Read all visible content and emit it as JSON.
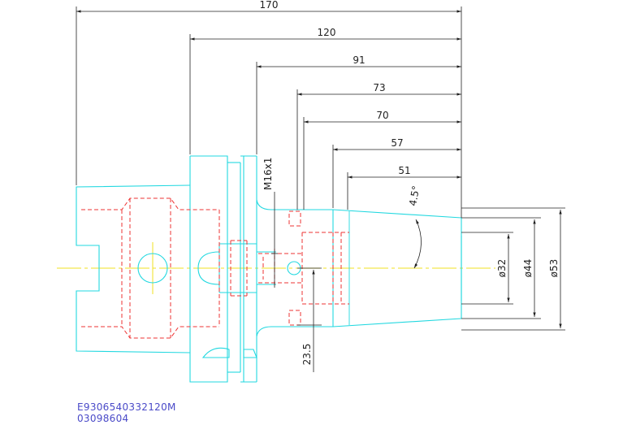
{
  "colors": {
    "outline": "#22d8e0",
    "hidden": "#ee3333",
    "centerline": "#f0e020",
    "dimension": "#222222",
    "code_text": "#4a4ac8"
  },
  "dimensions": {
    "len_170": "170",
    "len_120": "120",
    "len_91": "91",
    "len_73": "73",
    "len_70": "70",
    "len_57": "57",
    "len_51": "51",
    "thread": "M16x1",
    "angle": "4.5°",
    "dia_32": "ø32",
    "dia_44": "ø44",
    "dia_53": "ø53",
    "depth": "23.5"
  },
  "part": {
    "code": "E9306540332120M",
    "number": "03098604"
  }
}
